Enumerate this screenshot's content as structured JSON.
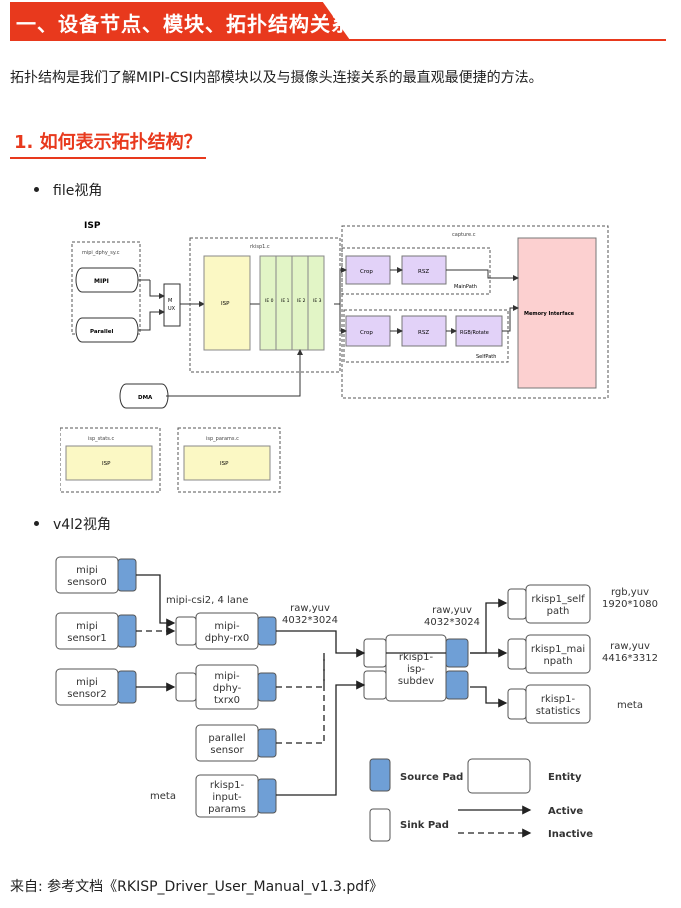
{
  "heading1": "一、设备节点、模块、拓扑结构关系",
  "intro": "拓扑结构是我们了解MIPI-CSI内部模块以及与摄像头连接关系的最直观最便捷的方法。",
  "heading2": "1. 如何表示拓扑结构？",
  "bullet_file": "file视角",
  "bullet_v4l2": "v4l2视角",
  "file_diagram": {
    "isp_title": "ISP",
    "mipi_group": "mipi_dphy_sy.c",
    "mipi": "MIPI",
    "parallel": "Parallel",
    "mux": "M\nUX",
    "rkisp1_group": "rkisp1.c",
    "isp": "ISP",
    "ie_blocks": [
      "IE 0",
      "IE 1",
      "IE 2",
      "IE 3"
    ],
    "capture_group": "capture.c",
    "crop1": "Crop",
    "rsz1": "RSZ",
    "mainpath": "MainPath",
    "crop2": "Crop",
    "rsz2": "RSZ",
    "rgb_rotate": "RGB/Rotate",
    "selfpath": "SelfPath",
    "memory_interface": "Memory Interface",
    "dma": "DMA",
    "isp_stats_group": "isp_stats.c",
    "isp_stats": "ISP",
    "isp_params_group": "isp_params.c",
    "isp_params": "ISP"
  },
  "v4l2_diagram": {
    "sensor0": [
      "mipi",
      "sensor0"
    ],
    "sensor1": [
      "mipi",
      "sensor1"
    ],
    "sensor2": [
      "mipi",
      "sensor2"
    ],
    "csi_label": "mipi-csi2, 4 lane",
    "dphy_rx0": [
      "mipi-",
      "dphy-rx0"
    ],
    "dphy_txrx0": [
      "mipi-",
      "dphy-",
      "txrx0"
    ],
    "parallel_sensor": [
      "parallel",
      "sensor"
    ],
    "input_params": [
      "rkisp1-",
      "input-",
      "params"
    ],
    "meta_left": "meta",
    "fmt1": [
      "raw,yuv",
      "4032*3024"
    ],
    "fmt2": [
      "raw,yuv",
      "4032*3024"
    ],
    "isp_subdev": [
      "rkisp1-",
      "isp-",
      "subdev"
    ],
    "selfpath": [
      "rkisp1_self",
      "path"
    ],
    "mainpath": [
      "rkisp1_mai",
      "npath"
    ],
    "statistics": [
      "rkisp1-",
      "statistics"
    ],
    "out_self": [
      "rgb,yuv",
      "1920*1080"
    ],
    "out_main": [
      "raw,yuv",
      "4416*3312"
    ],
    "out_stats": "meta",
    "legend_source": "Source Pad",
    "legend_sink": "Sink Pad",
    "legend_entity": "Entity",
    "legend_active": "Active",
    "legend_inactive": "Inactive"
  },
  "footer": "来自: 参考文档《RKISP_Driver_User_Manual_v1.3.pdf》",
  "colors": {
    "accent": "#e8391d",
    "isp_yellow": "#fbf8c4",
    "ie_green": "#e2f5c6",
    "path_purple": "#e2d2f8",
    "memory_pink": "#fcd0d0",
    "pad_blue": "#6f9fd6"
  }
}
